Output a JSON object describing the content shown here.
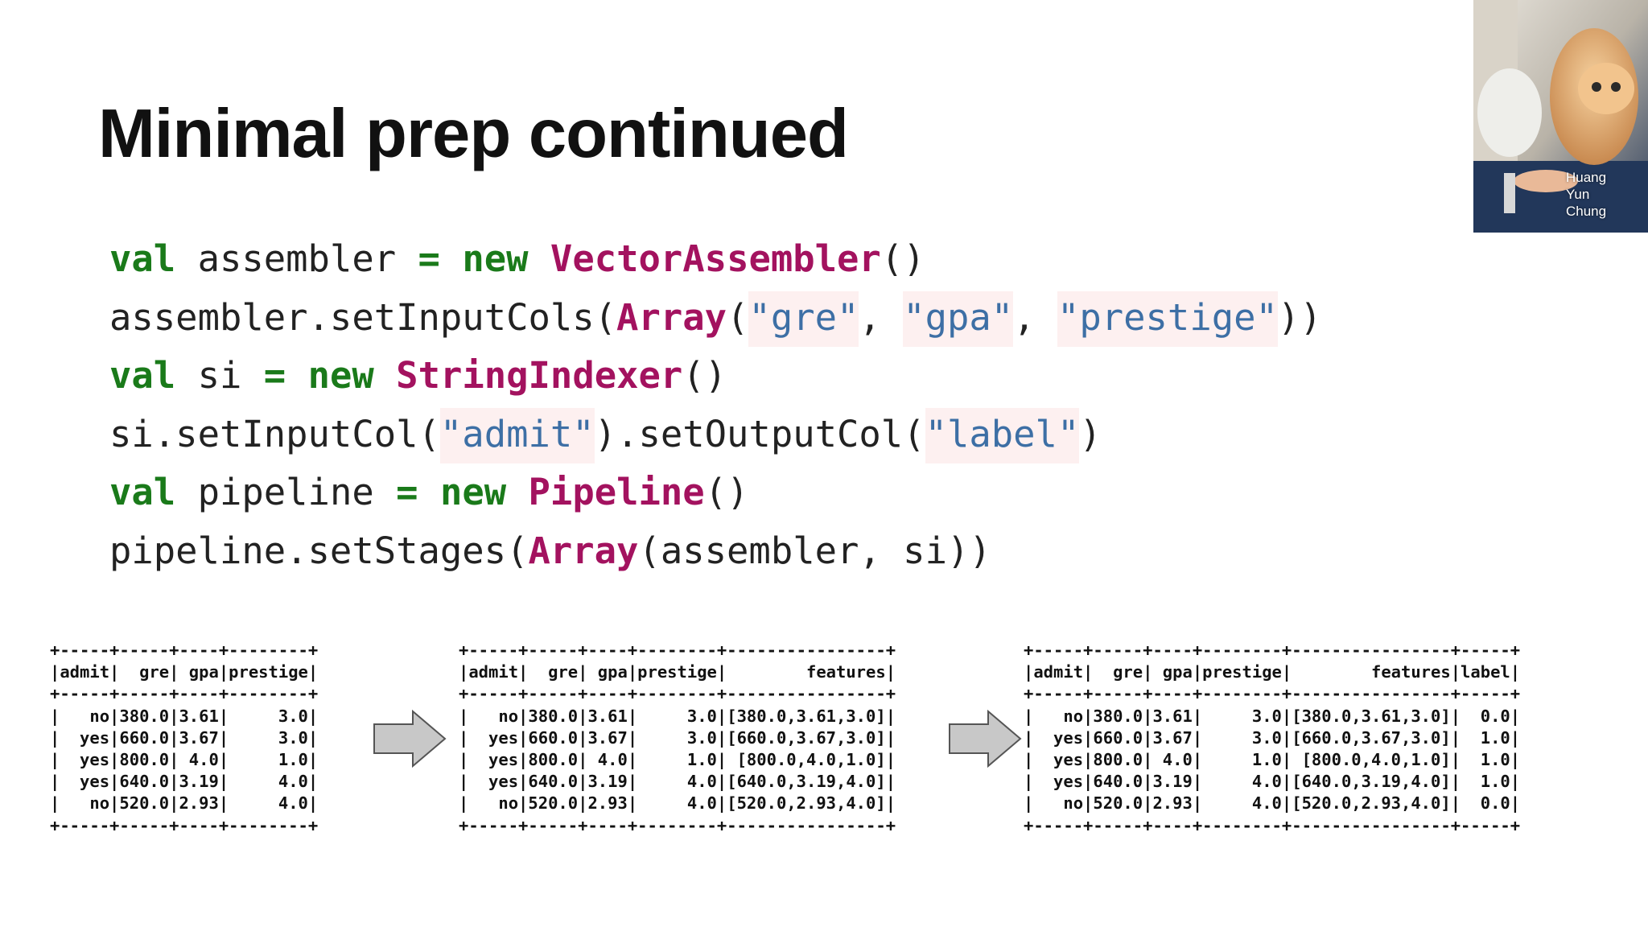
{
  "slide": {
    "title": "Minimal prep continued"
  },
  "code_lines": [
    [
      {
        "t": "val",
        "c": "kw"
      },
      {
        "t": " assembler "
      },
      {
        "t": "=",
        "c": "kw"
      },
      {
        "t": " "
      },
      {
        "t": "new",
        "c": "kw"
      },
      {
        "t": " "
      },
      {
        "t": "VectorAssembler",
        "c": "cls"
      },
      {
        "t": "()"
      }
    ],
    [
      {
        "t": "assembler.setInputCols("
      },
      {
        "t": "Array",
        "c": "cls"
      },
      {
        "t": "("
      },
      {
        "t": "\"gre\"",
        "c": "str"
      },
      {
        "t": ", "
      },
      {
        "t": "\"gpa\"",
        "c": "str"
      },
      {
        "t": ", "
      },
      {
        "t": "\"prestige\"",
        "c": "str"
      },
      {
        "t": "))"
      }
    ],
    [
      {
        "t": "val",
        "c": "kw"
      },
      {
        "t": " si "
      },
      {
        "t": "=",
        "c": "kw"
      },
      {
        "t": " "
      },
      {
        "t": "new",
        "c": "kw"
      },
      {
        "t": " "
      },
      {
        "t": "StringIndexer",
        "c": "cls"
      },
      {
        "t": "()"
      }
    ],
    [
      {
        "t": "si.setInputCol("
      },
      {
        "t": "\"admit\"",
        "c": "str"
      },
      {
        "t": ").setOutputCol("
      },
      {
        "t": "\"label\"",
        "c": "str"
      },
      {
        "t": ")"
      }
    ],
    [
      {
        "t": "val",
        "c": "kw"
      },
      {
        "t": " pipeline "
      },
      {
        "t": "=",
        "c": "kw"
      },
      {
        "t": " "
      },
      {
        "t": "new",
        "c": "kw"
      },
      {
        "t": " "
      },
      {
        "t": "Pipeline",
        "c": "cls"
      },
      {
        "t": "()"
      }
    ],
    [
      {
        "t": "pipeline.setStages("
      },
      {
        "t": "Array",
        "c": "cls"
      },
      {
        "t": "(assembler, si))"
      }
    ]
  ],
  "tables": [
    {
      "rows": [
        "+-----+-----+----+--------+",
        "|admit|  gre| gpa|prestige|",
        "+-----+-----+----+--------+",
        "|   no|380.0|3.61|     3.0|",
        "|  yes|660.0|3.67|     3.0|",
        "|  yes|800.0| 4.0|     1.0|",
        "|  yes|640.0|3.19|     4.0|",
        "|   no|520.0|2.93|     4.0|",
        "+-----+-----+----+--------+"
      ]
    },
    {
      "rows": [
        "+-----+-----+----+--------+----------------+",
        "|admit|  gre| gpa|prestige|        features|",
        "+-----+-----+----+--------+----------------+",
        "|   no|380.0|3.61|     3.0|[380.0,3.61,3.0]|",
        "|  yes|660.0|3.67|     3.0|[660.0,3.67,3.0]|",
        "|  yes|800.0| 4.0|     1.0| [800.0,4.0,1.0]|",
        "|  yes|640.0|3.19|     4.0|[640.0,3.19,4.0]|",
        "|   no|520.0|2.93|     4.0|[520.0,2.93,4.0]|",
        "+-----+-----+----+--------+----------------+"
      ]
    },
    {
      "rows": [
        "+-----+-----+----+--------+----------------+-----+",
        "|admit|  gre| gpa|prestige|        features|label|",
        "+-----+-----+----+--------+----------------+-----+",
        "|   no|380.0|3.61|     3.0|[380.0,3.61,3.0]|  0.0|",
        "|  yes|660.0|3.67|     3.0|[660.0,3.67,3.0]|  1.0|",
        "|  yes|800.0| 4.0|     1.0| [800.0,4.0,1.0]|  1.0|",
        "|  yes|640.0|3.19|     4.0|[640.0,3.19,4.0]|  1.0|",
        "|   no|520.0|2.93|     4.0|[520.0,2.93,4.0]|  0.0|",
        "+-----+-----+----+--------+----------------+-----+"
      ]
    }
  ],
  "webcam": {
    "name_lines": [
      "Huang",
      "Yun",
      "Chung"
    ]
  },
  "colors": {
    "keyword": "#1a7a1a",
    "class_name": "#a3125f",
    "string": "#3d6fa5",
    "string_highlight": "#fdf0f0",
    "arrow_fill": "#c8c8c8",
    "arrow_stroke": "#555555"
  }
}
